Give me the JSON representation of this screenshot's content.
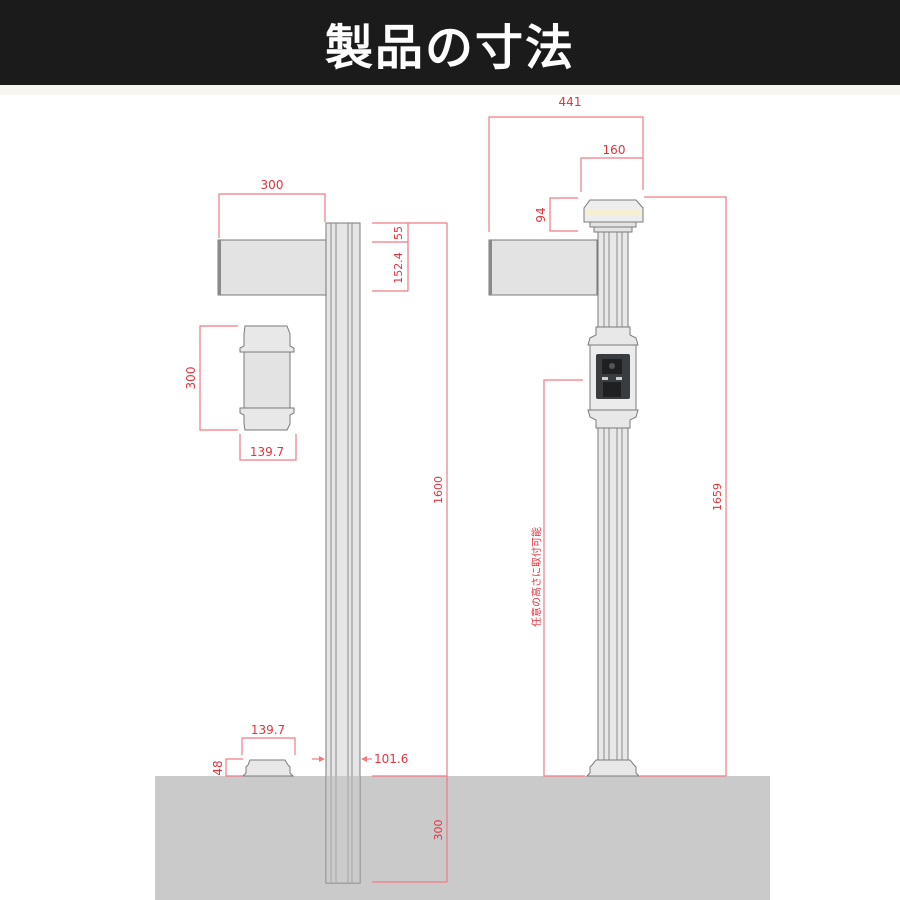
{
  "header": {
    "title": "製品の寸法"
  },
  "colors": {
    "header_bg": "#1b1b1b",
    "dimension_line": "#f07a82",
    "dimension_text": "#e5323c",
    "ground": "#cacaca",
    "part_fill": "#e3e3e3",
    "part_stroke": "#7a7a7a",
    "intercom_panel": "#3a3d3f"
  },
  "left_drawing": {
    "arm_width": "300",
    "post_top_segment": "55",
    "arm_height": "152.4",
    "post_height": "1600",
    "sleeve_height": "300",
    "sleeve_width": "139.7",
    "base_width": "139.7",
    "base_height": "48",
    "post_width": "101.6",
    "buried_depth": "300"
  },
  "right_drawing": {
    "total_width": "441",
    "cap_width": "160",
    "cap_height": "94",
    "total_height": "1659",
    "mount_note": "任意の高さに取付可能"
  }
}
